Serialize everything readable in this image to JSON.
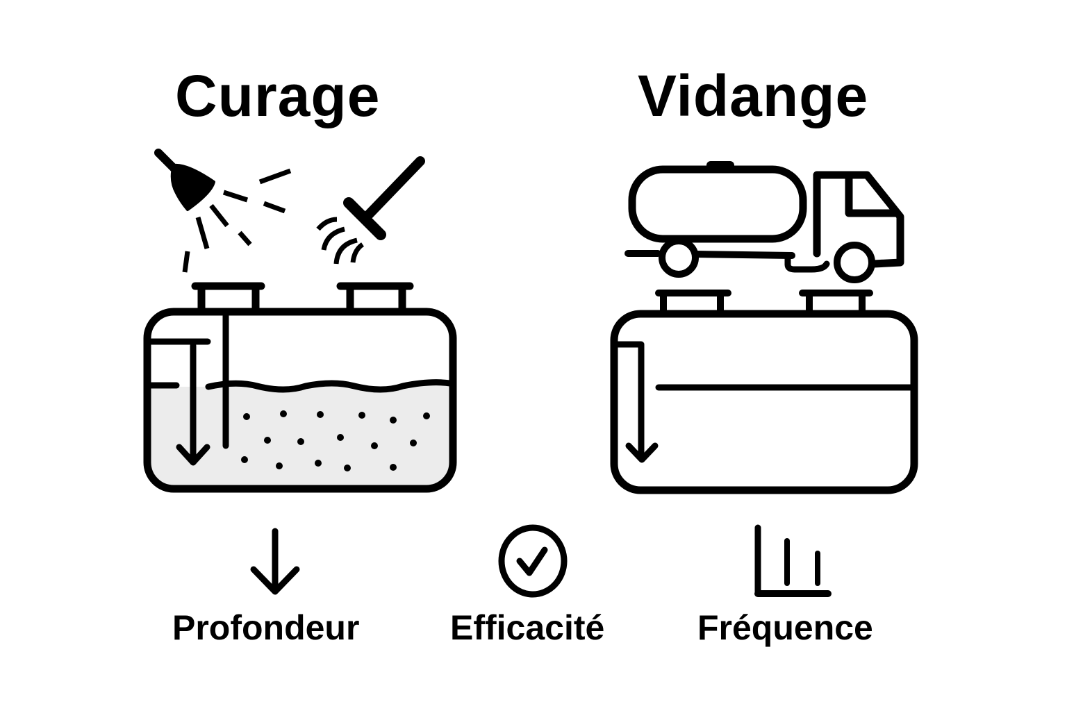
{
  "panels": {
    "left": {
      "title": "Curage",
      "illustration": [
        "shower-head-spray-icon",
        "brush-broom-icon",
        "septic-tank-with-sludge-icon",
        "depth-arrow-icon"
      ]
    },
    "right": {
      "title": "Vidange",
      "illustration": [
        "vacuum-tanker-truck-icon",
        "septic-tank-empty-icon",
        "depth-arrow-icon"
      ]
    }
  },
  "criteria": [
    {
      "icon": "arrow-down-icon",
      "label": "Profondeur"
    },
    {
      "icon": "check-circle-icon",
      "label": "Efficacité"
    },
    {
      "icon": "bar-chart-icon",
      "label": "Fréquence"
    }
  ],
  "colors": {
    "stroke": "#000000",
    "sludge_fill": "#ececec",
    "background": "#ffffff"
  }
}
